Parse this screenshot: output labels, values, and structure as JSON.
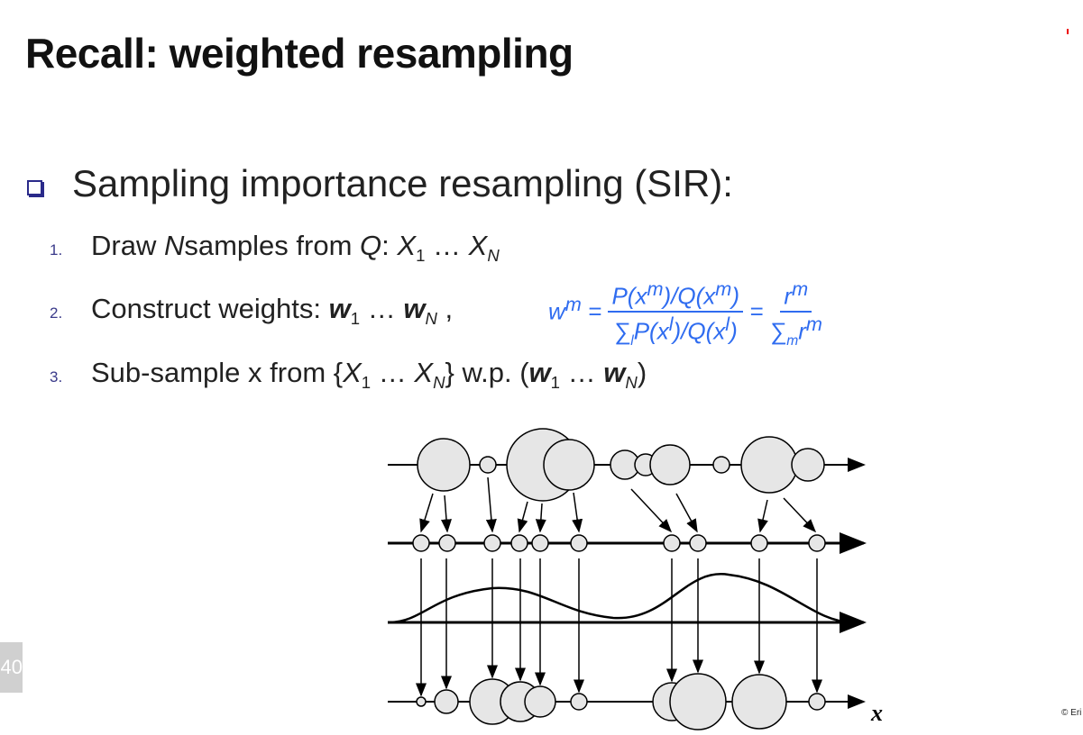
{
  "title": "Recall: weighted resampling",
  "heading": "Sampling importance resampling (SIR):",
  "items": [
    {
      "num": "1.",
      "pre": "Draw ",
      "N": "N",
      "mid": "samples from ",
      "Q": "Q",
      "colon": ": ",
      "rest": "X",
      "s1": "1",
      "dots": " … ",
      "XN": "X",
      "sN": "N"
    },
    {
      "num": "2.",
      "pre": "Construct weights: ",
      "w": "w",
      "s1": "1",
      "dots": " … ",
      "sN": "N",
      "post": " ,"
    },
    {
      "num": "3.",
      "pre": "Sub-sample x from {",
      "X": "X",
      "s1": "1",
      "dots": " … ",
      "sN": "N",
      "mid": "} w.p. (",
      "w": "w",
      "post": ")"
    }
  ],
  "formula": {
    "lhs": "w",
    "sup": "m",
    "eq": " = ",
    "num1": "P(x",
    "den1": "∑",
    "den1sub": "l",
    "den1b": "P(x",
    "supl": "l",
    "num2": "r",
    "den2": "∑",
    "den2sub": "m",
    "close": ")/Q(x"
  },
  "diagram": {
    "axis_label": "x"
  },
  "slide_number": "40",
  "copyright": "© Eri",
  "colors": {
    "formula": "#2f6cf0",
    "circle_fill": "#e6e6e6"
  }
}
